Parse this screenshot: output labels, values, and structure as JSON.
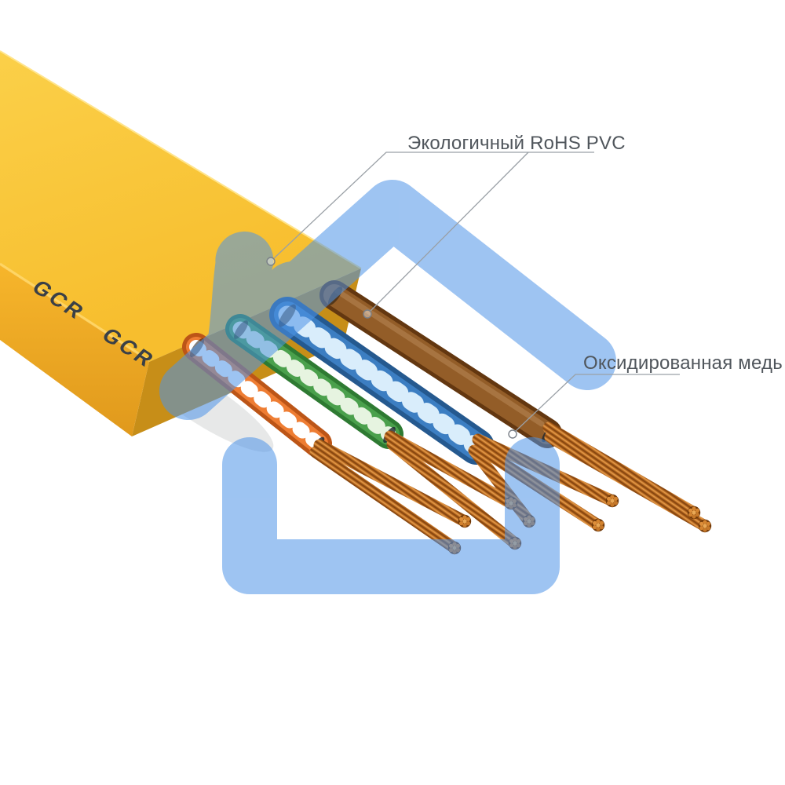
{
  "product_image": {
    "description": "Flat yellow GCR twisted-pair network cable, stripped end showing four color pairs and bare copper conductors, with light-blue house-with-heart watermark",
    "brand_marking": "GCR",
    "callouts": {
      "eco_pvc": "Экологичный RoHS PVC",
      "copper": "Оксидированная медь"
    },
    "cable": {
      "jacket_color": "#FAC93B",
      "jacket_side_color": "#F0A923",
      "cut_face_color": "#C78E18"
    },
    "pairs": [
      {
        "name": "orange",
        "color": "#EE7D33",
        "stripe": "#FFFFFF"
      },
      {
        "name": "green",
        "color": "#4AA04C",
        "stripe": "#E6F4E0"
      },
      {
        "name": "blue",
        "color": "#3C7EC2",
        "stripe": "#D9EDFB"
      },
      {
        "name": "brown",
        "color": "#935D28",
        "stripe": ""
      }
    ],
    "copper_color": "#C87B2E",
    "watermark_color": "#4E94E8",
    "callout_line_color": "#8A8F95"
  }
}
